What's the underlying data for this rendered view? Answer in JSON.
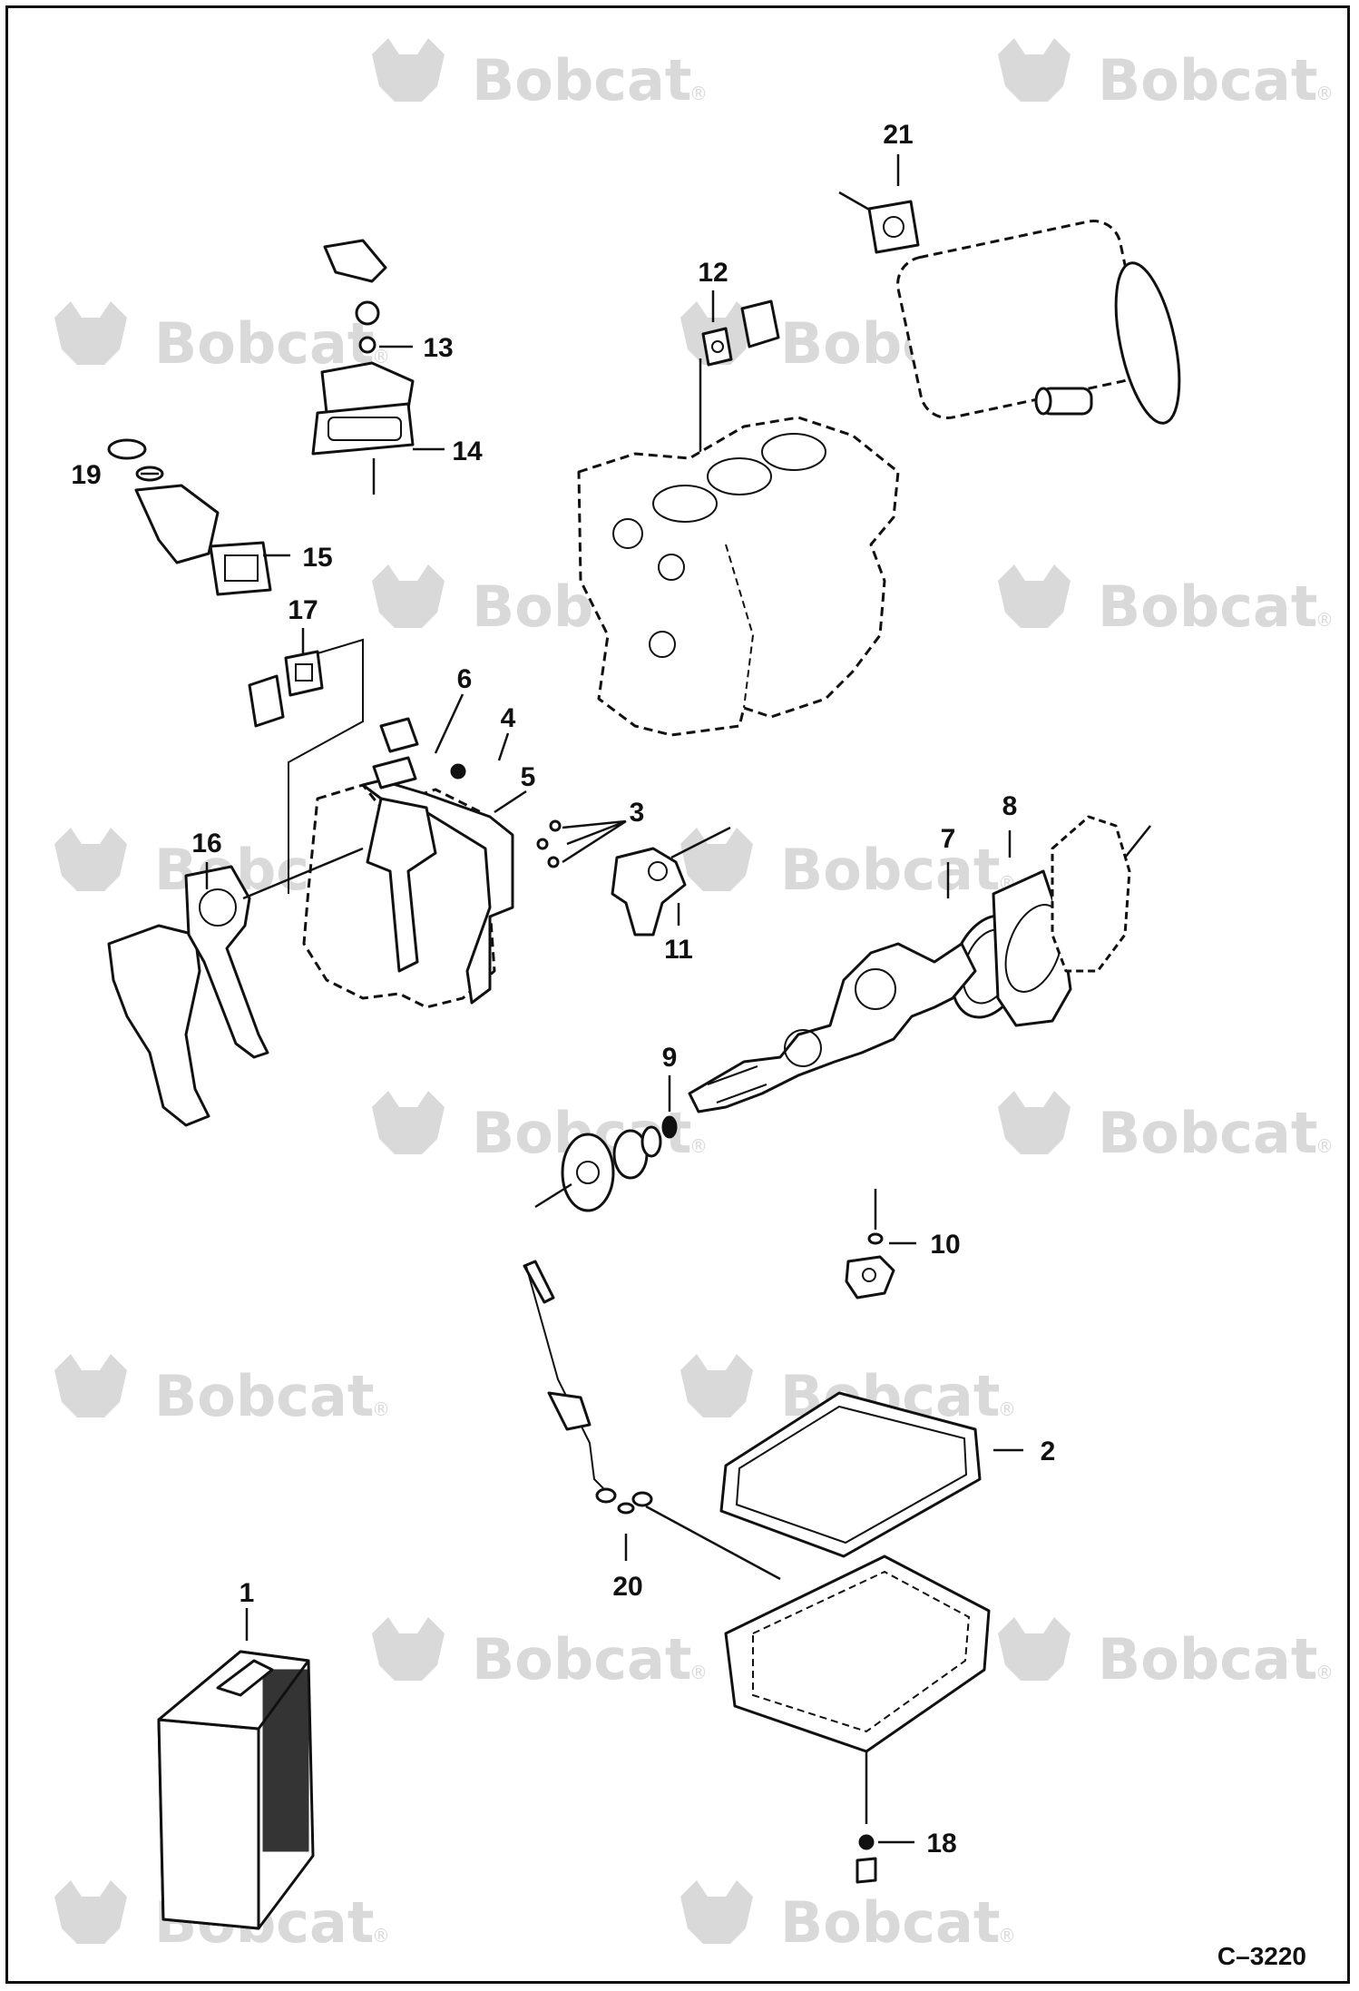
{
  "watermark": {
    "brand": "Bobcat",
    "reg_mark": "®",
    "positions_note": ""
  },
  "callouts": [
    {
      "id": "c1",
      "label": "1"
    },
    {
      "id": "c2",
      "label": "2"
    },
    {
      "id": "c3",
      "label": "3"
    },
    {
      "id": "c4",
      "label": "4"
    },
    {
      "id": "c5",
      "label": "5"
    },
    {
      "id": "c6",
      "label": "6"
    },
    {
      "id": "c7",
      "label": "7"
    },
    {
      "id": "c8",
      "label": "8"
    },
    {
      "id": "c9",
      "label": "9"
    },
    {
      "id": "c10",
      "label": "10"
    },
    {
      "id": "c11",
      "label": "11"
    },
    {
      "id": "c12",
      "label": "12"
    },
    {
      "id": "c13",
      "label": "13"
    },
    {
      "id": "c14",
      "label": "14"
    },
    {
      "id": "c15",
      "label": "15"
    },
    {
      "id": "c16",
      "label": "16"
    },
    {
      "id": "c17",
      "label": "17"
    },
    {
      "id": "c18",
      "label": "18"
    },
    {
      "id": "c19",
      "label": "19"
    },
    {
      "id": "c20",
      "label": "20"
    },
    {
      "id": "c21",
      "label": "21"
    }
  ],
  "figure_ref": "C–3220",
  "colors": {
    "line": "#111111",
    "watermark": "#d9d9d9",
    "background": "#ffffff"
  }
}
